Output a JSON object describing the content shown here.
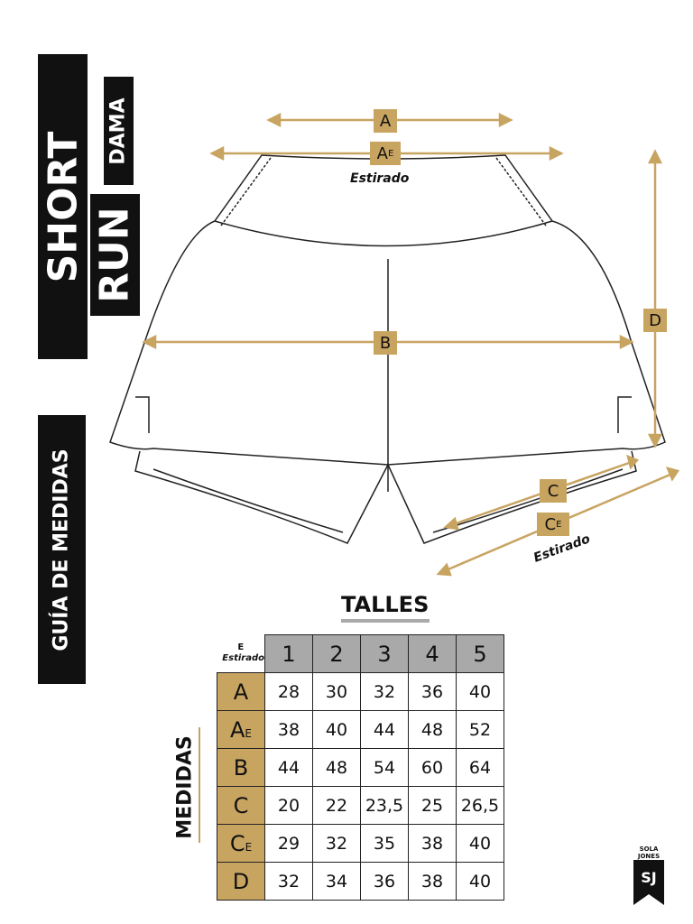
{
  "title": {
    "short": "SHORT",
    "run": "RUN",
    "dama": "DAMA",
    "guide": "GUÍA DE MEDIDAS"
  },
  "diagram": {
    "a": "A",
    "ae": "A",
    "ae_sub": "E",
    "ae_caption": "Estirado",
    "b": "B",
    "c": "C",
    "ce": "C",
    "ce_sub": "E",
    "ce_caption": "Estirado",
    "d": "D"
  },
  "colors": {
    "gold": "#c8a461",
    "header_gray": "#a9a9a9",
    "black": "#111111"
  },
  "table": {
    "title": "TALLES",
    "side_label": "MEDIDAS",
    "corner": {
      "letter": "E",
      "word": "Estirado"
    },
    "sizes": [
      "1",
      "2",
      "3",
      "4",
      "5"
    ],
    "rows": [
      {
        "label": "A",
        "sub": "",
        "values": [
          "28",
          "30",
          "32",
          "36",
          "40"
        ]
      },
      {
        "label": "A",
        "sub": "E",
        "values": [
          "38",
          "40",
          "44",
          "48",
          "52"
        ]
      },
      {
        "label": "B",
        "sub": "",
        "values": [
          "44",
          "48",
          "54",
          "60",
          "64"
        ]
      },
      {
        "label": "C",
        "sub": "",
        "values": [
          "20",
          "22",
          "23,5",
          "25",
          "26,5"
        ]
      },
      {
        "label": "C",
        "sub": "E",
        "values": [
          "29",
          "32",
          "35",
          "38",
          "40"
        ]
      },
      {
        "label": "D",
        "sub": "",
        "values": [
          "32",
          "34",
          "36",
          "38",
          "40"
        ]
      }
    ]
  },
  "logo": {
    "brand": "SOLA JONES",
    "mark": "SJ"
  }
}
